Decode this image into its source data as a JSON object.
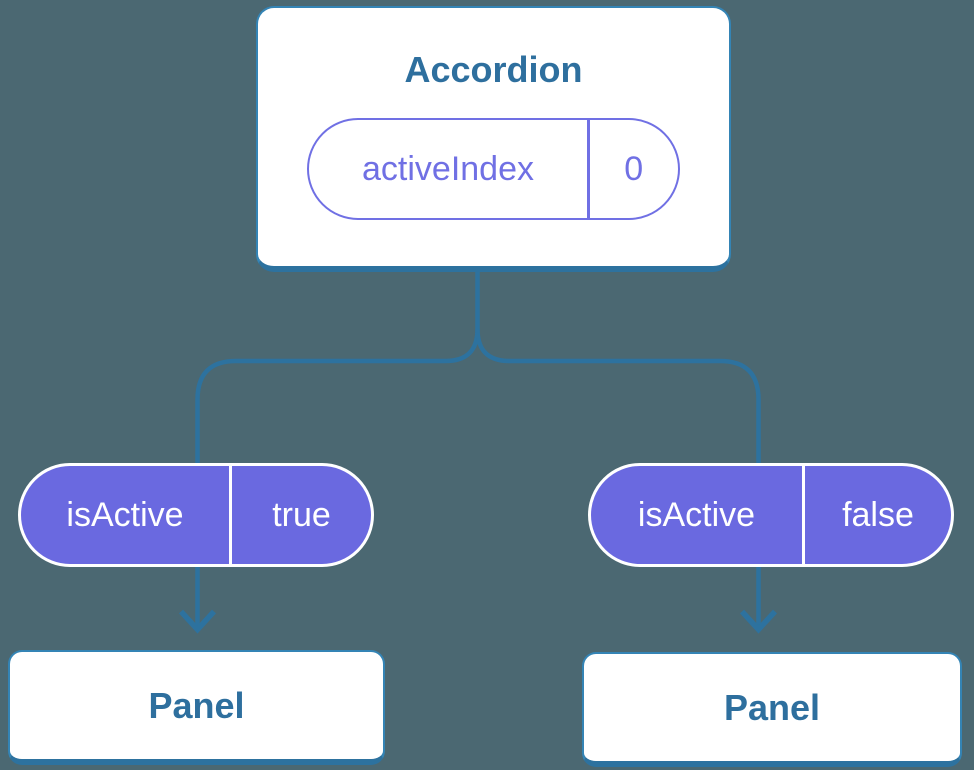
{
  "diagram": {
    "description": "Component tree showing state passed down as props",
    "root": {
      "title": "Accordion",
      "state": {
        "name": "activeIndex",
        "value": "0"
      }
    },
    "edges": [
      {
        "prop": {
          "name": "isActive",
          "value": "true"
        },
        "target": {
          "title": "Panel"
        }
      },
      {
        "prop": {
          "name": "isActive",
          "value": "false"
        },
        "target": {
          "title": "Panel"
        }
      }
    ],
    "colors": {
      "background": "#4b6872",
      "connector_line": "#2d729f",
      "box_border": "#3484b5",
      "box_border_bottom": "#2d729f",
      "box_fill": "#ffffff",
      "box_text": "#2e6f9e",
      "pill_fill": "#6a69e0",
      "pill_outline_white": "#ffffff",
      "state_pill_purple": "#7070e4"
    }
  }
}
